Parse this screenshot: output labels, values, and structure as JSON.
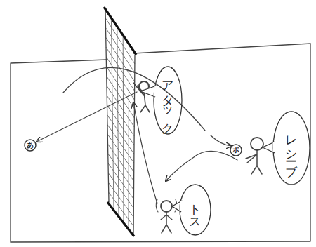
{
  "diagram": {
    "nodes": [
      {
        "text": [
          "アタック"
        ]
      },
      {
        "text": [
          "あ"
        ]
      },
      {
        "text": [
          "ボ"
        ]
      },
      {
        "text": [
          "レシーブ"
        ]
      },
      {
        "text": [
          "トス"
        ]
      }
    ]
  }
}
